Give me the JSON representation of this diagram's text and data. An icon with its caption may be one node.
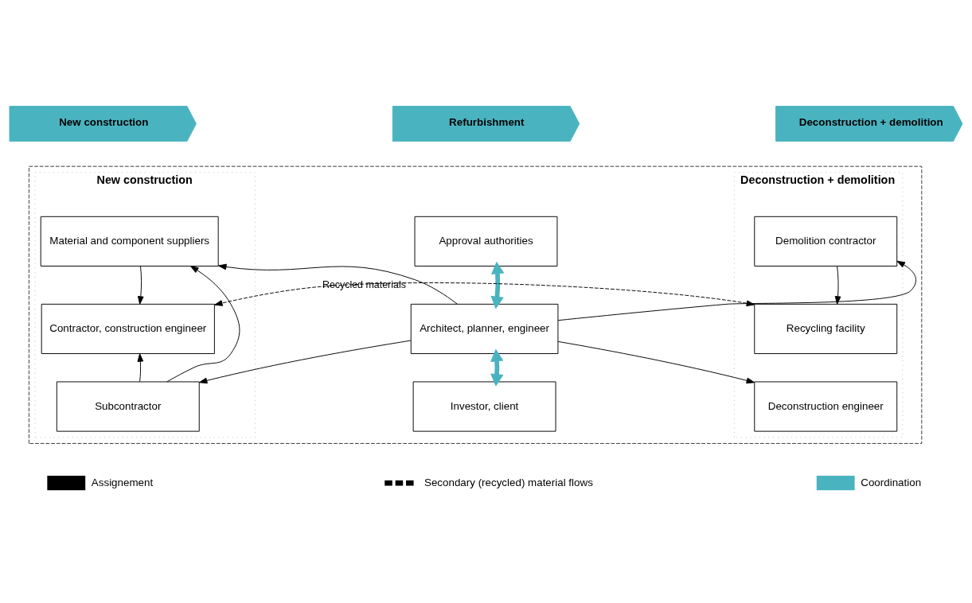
{
  "diagram": {
    "nodes": [
      {
        "text": [
          "New construction"
        ]
      },
      {
        "text": [
          "Refurbishment"
        ]
      },
      {
        "text": [
          "Deconstruction + demolition"
        ]
      },
      {
        "text": [],
        "shape": "box"
      },
      {
        "text": [
          "New construction"
        ],
        "in": 3
      },
      {
        "text": [
          "Material and component suppliers"
        ],
        "in": 4
      },
      {
        "text": [
          "Contractor, construction engineer"
        ],
        "in": 4
      },
      {
        "text": [
          "Subcontractor"
        ],
        "in": 4
      },
      {
        "text": [
          "Approval authorities"
        ],
        "in": 3
      },
      {
        "text": [
          "Architect, planner, engineer"
        ],
        "in": 3
      },
      {
        "text": [
          "Investor, client"
        ],
        "in": 3
      },
      {
        "text": [
          "Deconstruction + demolition"
        ],
        "in": 3
      },
      {
        "text": [
          "Demolition contractor"
        ],
        "in": 11
      },
      {
        "text": [
          "Recycling facility"
        ],
        "in": 11
      },
      {
        "text": [
          "Deconstruction engineer"
        ],
        "in": 11
      }
    ],
    "edges": [
      {
        "from": 9,
        "to": 5,
        "arrow": "to"
      },
      {
        "from": 9,
        "to": 7,
        "arrow": "to"
      },
      {
        "from": 7,
        "to": 5,
        "arrow": "to"
      },
      {
        "from": 7,
        "to": 6,
        "arrow": "to"
      },
      {
        "from": 5,
        "to": 6,
        "arrow": "to"
      },
      {
        "from": 9,
        "to": 12,
        "arrow": "to"
      },
      {
        "from": 9,
        "to": 14,
        "arrow": "to"
      },
      {
        "from": 12,
        "to": 13,
        "arrow": "to"
      },
      {
        "from": 8,
        "to": 9,
        "arrow": "both",
        "style": "thick",
        "color": "#4ab3c0"
      },
      {
        "from": 9,
        "to": 10,
        "arrow": "both",
        "style": "thick",
        "color": "#4ab3c0"
      },
      {
        "from": 13,
        "to": 6,
        "arrow": "both",
        "style": "dashed",
        "label": "Recycled materials"
      }
    ],
    "legend": [
      {
        "text": "Assignement"
      },
      {
        "text": "Secondary (recycled) material flows"
      },
      {
        "text": "Coordination"
      }
    ]
  }
}
